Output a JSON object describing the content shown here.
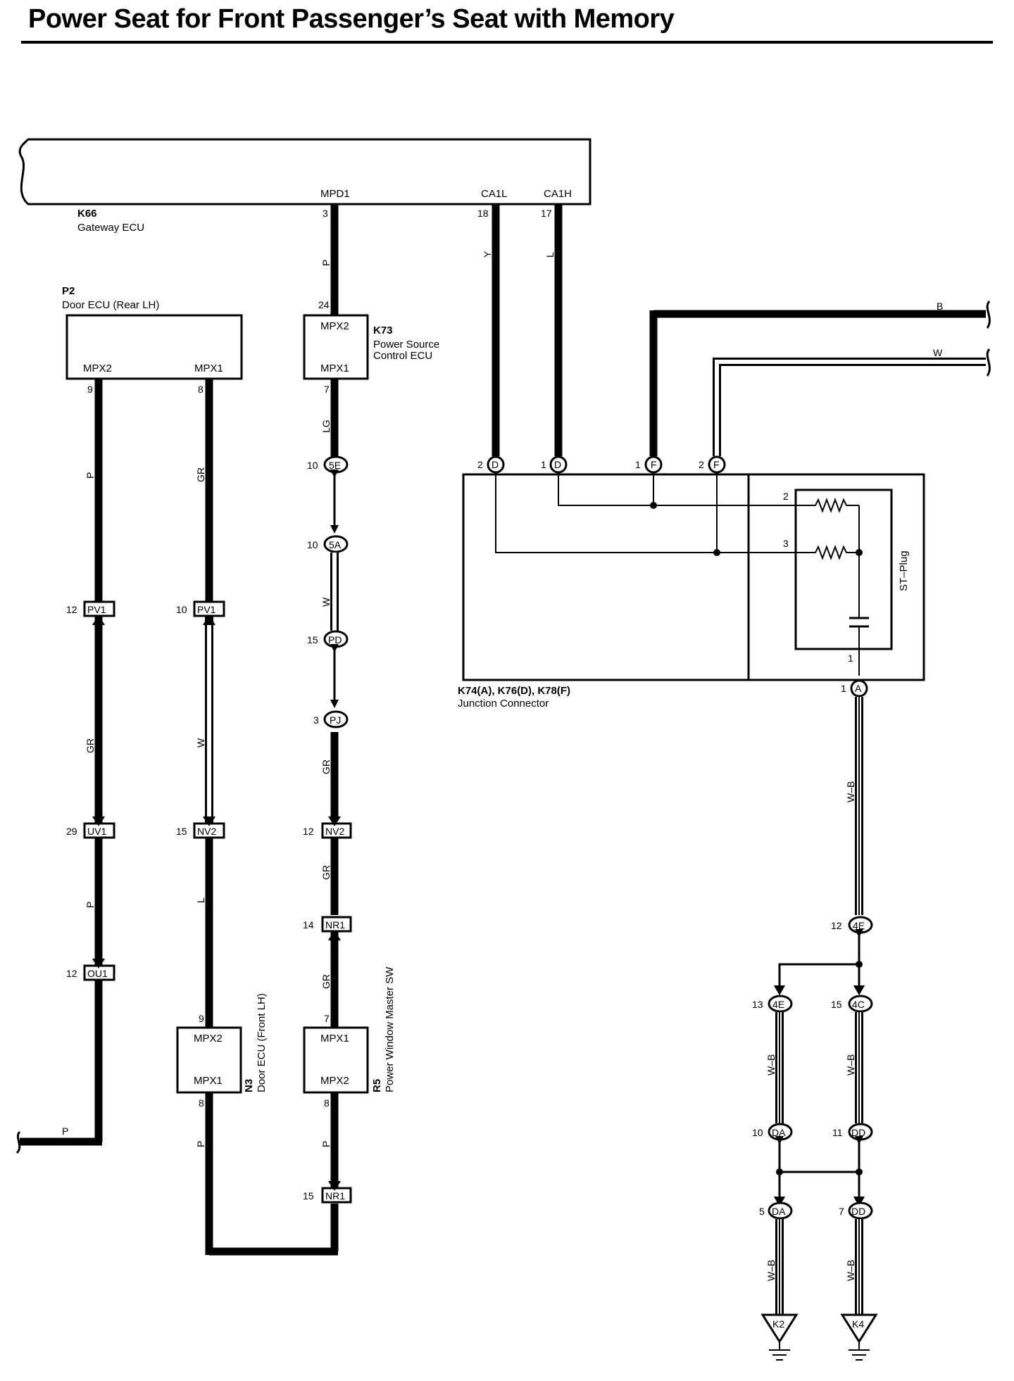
{
  "title": "Power Seat for Front Passenger’s Seat with Memory",
  "components": {
    "gateway": {
      "code": "K66",
      "name": "Gateway ECU",
      "terms": [
        "MPD1",
        "CA1L",
        "CA1H"
      ]
    },
    "door_rear": {
      "code": "P2",
      "name": "Door ECU (Rear LH)",
      "terms": [
        "MPX2",
        "MPX1"
      ]
    },
    "power_source": {
      "code": "K73",
      "name1": "Power Source",
      "name2": "Control ECU",
      "terms": [
        "MPX2",
        "MPX1"
      ]
    },
    "door_front": {
      "code": "N3",
      "name": "Door ECU (Front LH)",
      "terms": [
        "MPX2",
        "MPX1"
      ]
    },
    "window_sw": {
      "code": "R5",
      "name": "Power Window Master SW",
      "terms": [
        "MPX1",
        "MPX2"
      ]
    },
    "junction": {
      "label": "K74(A), K76(D), K78(F)",
      "name": "Junction Connector",
      "plug": "ST–Plug"
    },
    "grounds": [
      "K2",
      "K4"
    ]
  },
  "wires": {
    "p": "P",
    "y": "Y",
    "l": "L",
    "lg": "LG",
    "w": "W",
    "gr": "GR",
    "b": "B",
    "wb": "W–B"
  },
  "connectors": {
    "c5e": "5E",
    "c5a": "5A",
    "cpd": "PD",
    "cpj": "PJ",
    "cnv2": "NV2",
    "cnr1": "NR1",
    "cpv1": "PV1",
    "cuv1": "UV1",
    "cou1": "OU1",
    "cd": "D",
    "cf": "F",
    "ca": "A",
    "c4e": "4E",
    "c4c": "4C",
    "cda": "DA",
    "cdd": "DD"
  },
  "pins": {
    "p3": "3",
    "p18": "18",
    "p17": "17",
    "p24": "24",
    "p7": "7",
    "p9": "9",
    "p8": "8",
    "p10": "10",
    "p15": "15",
    "p12": "12",
    "p29": "29",
    "p14": "14",
    "p13": "13",
    "p11": "11",
    "p5": "5",
    "p1": "1",
    "p2": "2"
  },
  "colors": {
    "wire": "#000000",
    "background": "#ffffff"
  }
}
